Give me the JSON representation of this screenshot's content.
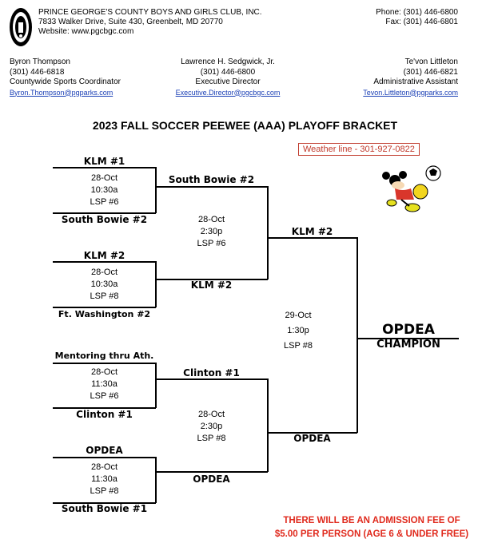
{
  "org": {
    "name": "PRINCE GEORGE'S COUNTY BOYS AND GIRLS CLUB, INC.",
    "address": "7833 Walker Drive, Suite 430, Greenbelt, MD  20770",
    "website": "Website: www.pgcbgc.com",
    "phone": "Phone:  (301) 446-6800",
    "fax": "Fax:  (301) 446-6801"
  },
  "contacts": [
    {
      "name": "Byron Thompson",
      "phone": "(301) 446-6818",
      "title": "Countywide Sports Coordinator",
      "email": "Byron.Thompson@pgparks.com"
    },
    {
      "name": "Lawrence H. Sedgwick, Jr.",
      "phone": "(301) 446-6800",
      "title": "Executive Director",
      "email": "Executive.Director@pgcbgc.com"
    },
    {
      "name": "Te'von Littleton",
      "phone": "(301) 446-6821",
      "title": "Administrative Assistant",
      "email": "Tevon.Littleton@pgparks.com"
    }
  ],
  "title": "2023 FALL SOCCER PEEWEE (AAA) PLAYOFF BRACKET",
  "weather_line": "Weather line - 301-927-0822",
  "round1": [
    {
      "top": "KLM #1",
      "bottom": "South Bowie #2",
      "date": "28-Oct",
      "time": "10:30a",
      "field": "LSP #6",
      "winner": "South Bowie #2"
    },
    {
      "top": "KLM #2",
      "bottom": "Ft. Washington #2",
      "date": "28-Oct",
      "time": "10:30a",
      "field": "LSP #8",
      "winner": "KLM #2"
    },
    {
      "top": "Mentoring thru Ath.",
      "bottom": "Clinton #1",
      "date": "28-Oct",
      "time": "11:30a",
      "field": "LSP #6",
      "winner": "Clinton #1"
    },
    {
      "top": "OPDEA",
      "bottom": "South Bowie #1",
      "date": "28-Oct",
      "time": "11:30a",
      "field": "LSP #8",
      "winner": "OPDEA"
    }
  ],
  "round2": [
    {
      "date": "28-Oct",
      "time": "2:30p",
      "field": "LSP #6",
      "winner": "KLM #2"
    },
    {
      "date": "28-Oct",
      "time": "2:30p",
      "field": "LSP #8",
      "winner": "OPDEA"
    }
  ],
  "final": {
    "date": "29-Oct",
    "time": "1:30p",
    "field": "LSP #8"
  },
  "champion": {
    "name": "OPDEA",
    "label": "CHAMPION"
  },
  "admission": {
    "line1": "THERE WILL BE AN ADMISSION FEE OF",
    "line2": "$5.00 PER PERSON (AGE 6 & UNDER FREE)"
  },
  "colors": {
    "accent_red": "#e02a1d",
    "link_blue": "#1a3fb5"
  }
}
